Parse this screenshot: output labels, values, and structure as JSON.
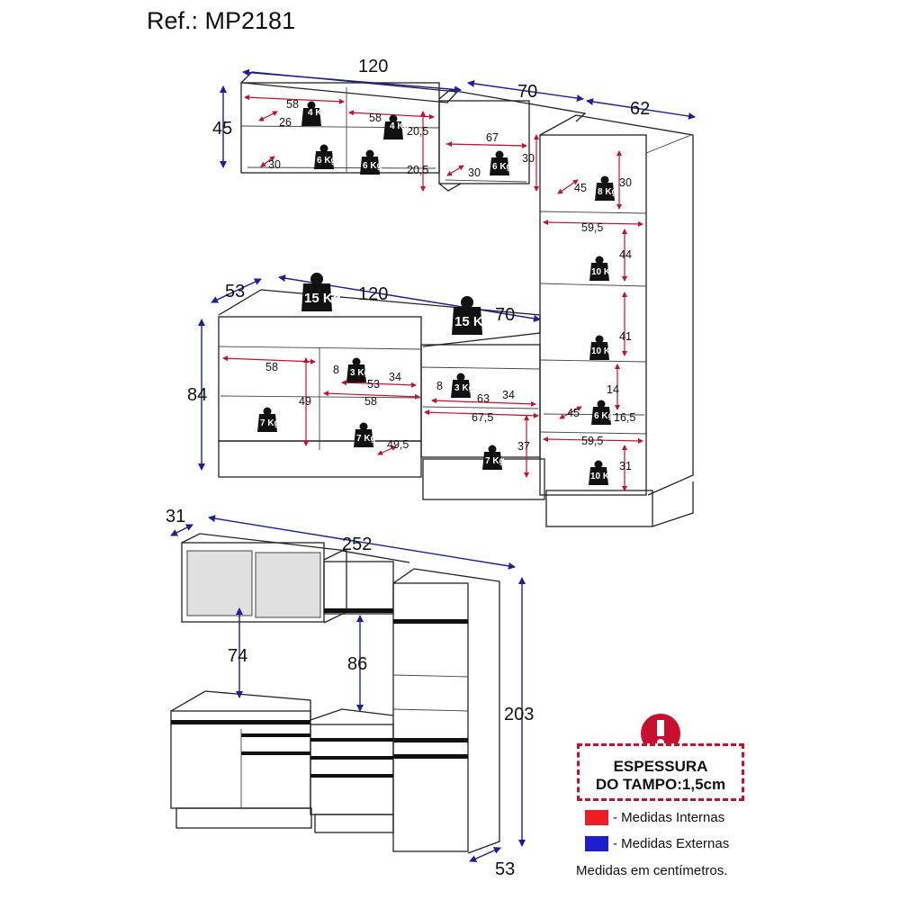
{
  "reference": "Ref.: MP2181",
  "colors": {
    "internal": "#ee1c24",
    "external": "#1e1ecc",
    "warning": "#c8102e"
  },
  "upper_cabinets": {
    "external": {
      "width_left": "120",
      "width_mid": "70",
      "width_right": "62",
      "height": "45"
    },
    "internal": {
      "depth_1": "58",
      "depth_2": "58",
      "shelf_1": "26",
      "shelf_2": "30",
      "height_1": "20,5",
      "height_2": "20,5",
      "mid_depth": "67",
      "mid_height": "30",
      "mid_shelf": "30"
    },
    "loads": [
      "4 Kg",
      "4 Kg",
      "6 Kg",
      "6 Kg",
      "6 Kg"
    ]
  },
  "tower": {
    "internal": [
      "30",
      "45",
      "59,5",
      "44",
      "41",
      "14",
      "45",
      "16,5",
      "59,5",
      "31"
    ],
    "loads": [
      "8 Kg",
      "10 Kg",
      "10 Kg",
      "6 Kg",
      "10 Kg"
    ]
  },
  "lower_cabinets": {
    "external": {
      "depth": "53",
      "width_left": "120",
      "width_mid": "70",
      "height": "84"
    },
    "internal": [
      "58",
      "8",
      "53",
      "34",
      "49",
      "58",
      "49,5",
      "8",
      "63",
      "34",
      "67,5",
      "37"
    ],
    "loads": [
      "15 Kg",
      "15 Kg",
      "3 Kg",
      "3 Kg",
      "7 Kg",
      "7 Kg",
      "7 Kg"
    ]
  },
  "assembled": {
    "depth_top": "31",
    "width": "252",
    "gap_left": "74",
    "gap_mid": "86",
    "height": "203",
    "depth_bottom": "53"
  },
  "legend": {
    "title_line1": "ESPESSURA",
    "title_line2": "DO TAMPO:1,5cm",
    "internal_label": "- Medidas Internas",
    "external_label": "- Medidas Externas",
    "footnote": "Medidas em centímetros."
  }
}
